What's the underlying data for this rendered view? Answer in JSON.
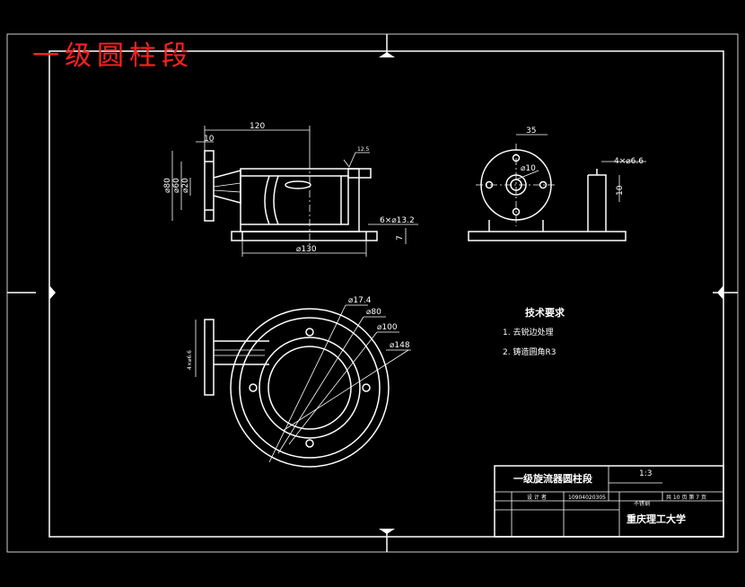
{
  "overlay_title": "一级圆柱段",
  "front_view": {
    "dims": {
      "len_120": "120",
      "len_10": "10",
      "dia_80": "⌀80",
      "dia_60": "⌀60",
      "dia_20": "⌀20",
      "dia_130": "⌀130",
      "holes": "6×⌀13.2",
      "thick_7": "7",
      "roughness": "12.5"
    }
  },
  "side_view": {
    "dims": {
      "len_35": "35",
      "dia_10": "⌀10",
      "holes": "4×⌀6.6",
      "h_10": "10"
    }
  },
  "top_view": {
    "dims": {
      "dia_17_4": "⌀17.4",
      "dia_80": "⌀80",
      "dia_100": "⌀100",
      "dia_148": "⌀148",
      "flange_holes": "4×⌀6.6"
    }
  },
  "tech_requirements": {
    "title": "技术要求",
    "items": [
      "1. 去锐边处理",
      "2. 铸造圆角R3"
    ]
  },
  "title_block": {
    "part_name": "一级旋流器圆柱段",
    "scale": "1:3",
    "designer_label": "设 计 者",
    "drawing_no": "10904020305",
    "material": "不锈钢",
    "sheets": "共 10 页  第 7 页",
    "school": "重庆理工大学"
  }
}
